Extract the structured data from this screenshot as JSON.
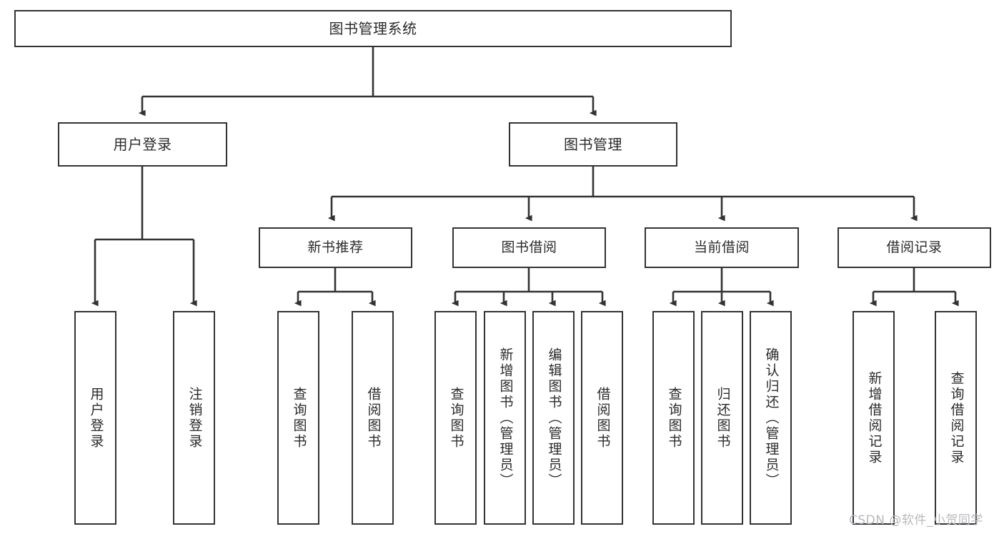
{
  "diagram": {
    "title": "图书管理系统",
    "type": "tree-hierarchy-chart",
    "colors": {
      "border": "#333336",
      "text": "#2b2b2b",
      "background": "#ffffff",
      "watermark": "#b9b9bd"
    },
    "watermark": "CSDN @软件_小贺同学",
    "root": {
      "label": "图书管理系统"
    },
    "level2": [
      {
        "label": "用户登录"
      },
      {
        "label": "图书管理"
      }
    ],
    "level3": [
      {
        "label": "新书推荐"
      },
      {
        "label": "图书借阅"
      },
      {
        "label": "当前借阅"
      },
      {
        "label": "借阅记录"
      }
    ],
    "leaves": {
      "user_login": [
        {
          "label": "用户登录"
        },
        {
          "label": "注销登录"
        }
      ],
      "new_book_recommend": [
        {
          "label": "查询图书"
        },
        {
          "label": "借阅图书"
        }
      ],
      "book_borrow": [
        {
          "label": "查询图书"
        },
        {
          "label": "新增图书（管理员）"
        },
        {
          "label": "编辑图书（管理员）"
        },
        {
          "label": "借阅图书"
        }
      ],
      "current_borrow": [
        {
          "label": "查询图书"
        },
        {
          "label": "归还图书"
        },
        {
          "label": "确认归还（管理员）"
        }
      ],
      "borrow_records": [
        {
          "label": "新增借阅记录"
        },
        {
          "label": "查询借阅记录"
        }
      ]
    }
  }
}
